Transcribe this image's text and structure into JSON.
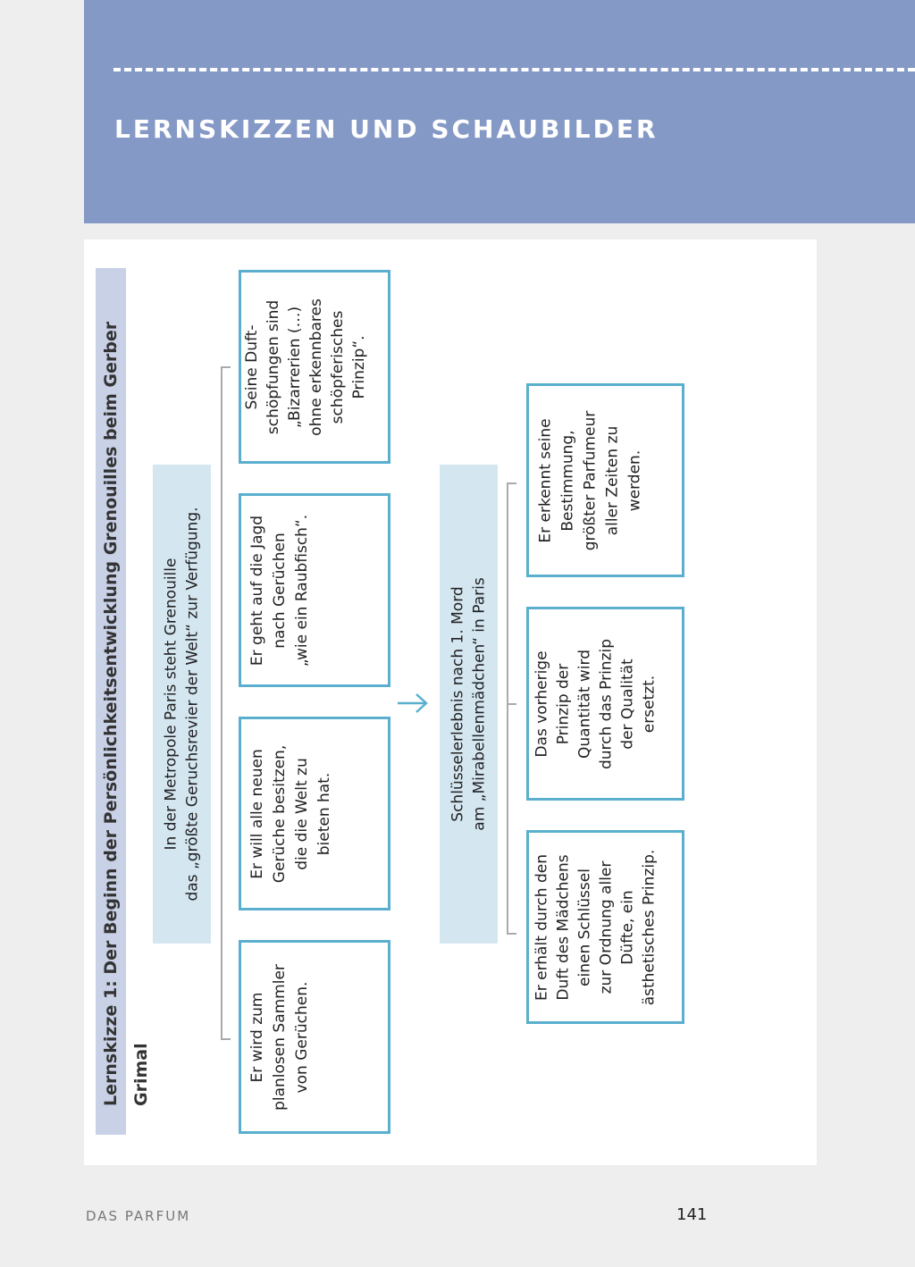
{
  "header": {
    "title": "LERNSKIZZEN UND SCHAUBILDER"
  },
  "sketch": {
    "title": "Lernskizze 1: Der Beginn der Persönlichkeitsentwicklung Grenouilles beim Gerber Grimal",
    "stage1": {
      "summary": "In der Metropole Paris steht Grenouille\ndas „größte Geruchsrevier der Welt“ zur Verfügung.",
      "points": [
        "Er wird zum\nplanlosen Sammler\nvon Gerüchen.",
        "Er will alle neuen\nGerüche besitzen,\ndie die Welt zu\nbieten hat.",
        "Er geht auf die Jagd\nnach Gerüchen\n„wie ein Raubfisch“.",
        "Seine Duft-\nschöpfungen sind\n„Bizarrerien (…)\nohne erkennbares\nschöpferisches\nPrinzip“."
      ]
    },
    "stage2": {
      "summary": "Schlüsselerlebnis nach 1. Mord\nam „Mirabellenmädchen“ in Paris",
      "points": [
        "Er erhält durch den\nDuft des Mädchens\neinen Schlüssel\nzur Ordnung aller\nDüfte, ein\nästhetisches Prinzip.",
        "Das vorherige\nPrinzip der\nQuantität wird\ndurch das Prinzip\nder Qualität\nersetzt.",
        "Er erkennt seine\nBestimmung,\ngrößter Parfumeur\naller Zeiten zu\nwerden."
      ]
    }
  },
  "footer": {
    "book": "DAS PARFUM",
    "page": "141"
  },
  "colors": {
    "band": "#8599c6",
    "accent": "#5aafcf",
    "summary_bg": "#d4e6f0",
    "strip_bg": "#c9d1e6"
  }
}
